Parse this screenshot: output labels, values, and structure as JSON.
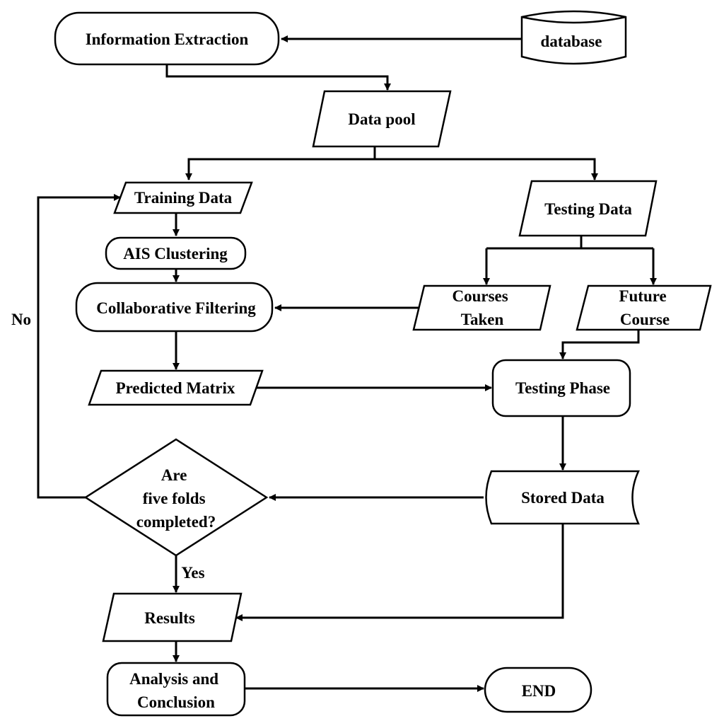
{
  "nodes": {
    "info_extraction": "Information Extraction",
    "database": "database",
    "data_pool": "Data pool",
    "training_data": "Training Data",
    "testing_data": "Testing Data",
    "ais_clustering": "AIS Clustering",
    "collab_filtering": "Collaborative Filtering",
    "courses_taken": [
      "Courses",
      "Taken"
    ],
    "future_course": [
      "Future",
      "Course"
    ],
    "predicted_matrix": "Predicted Matrix",
    "testing_phase": "Testing Phase",
    "decision": [
      "Are",
      "five folds",
      "completed?"
    ],
    "stored_data": "Stored Data",
    "results": "Results",
    "analysis": [
      "Analysis and",
      "Conclusion"
    ],
    "end": "END"
  },
  "edge_labels": {
    "no": "No",
    "yes": "Yes"
  }
}
